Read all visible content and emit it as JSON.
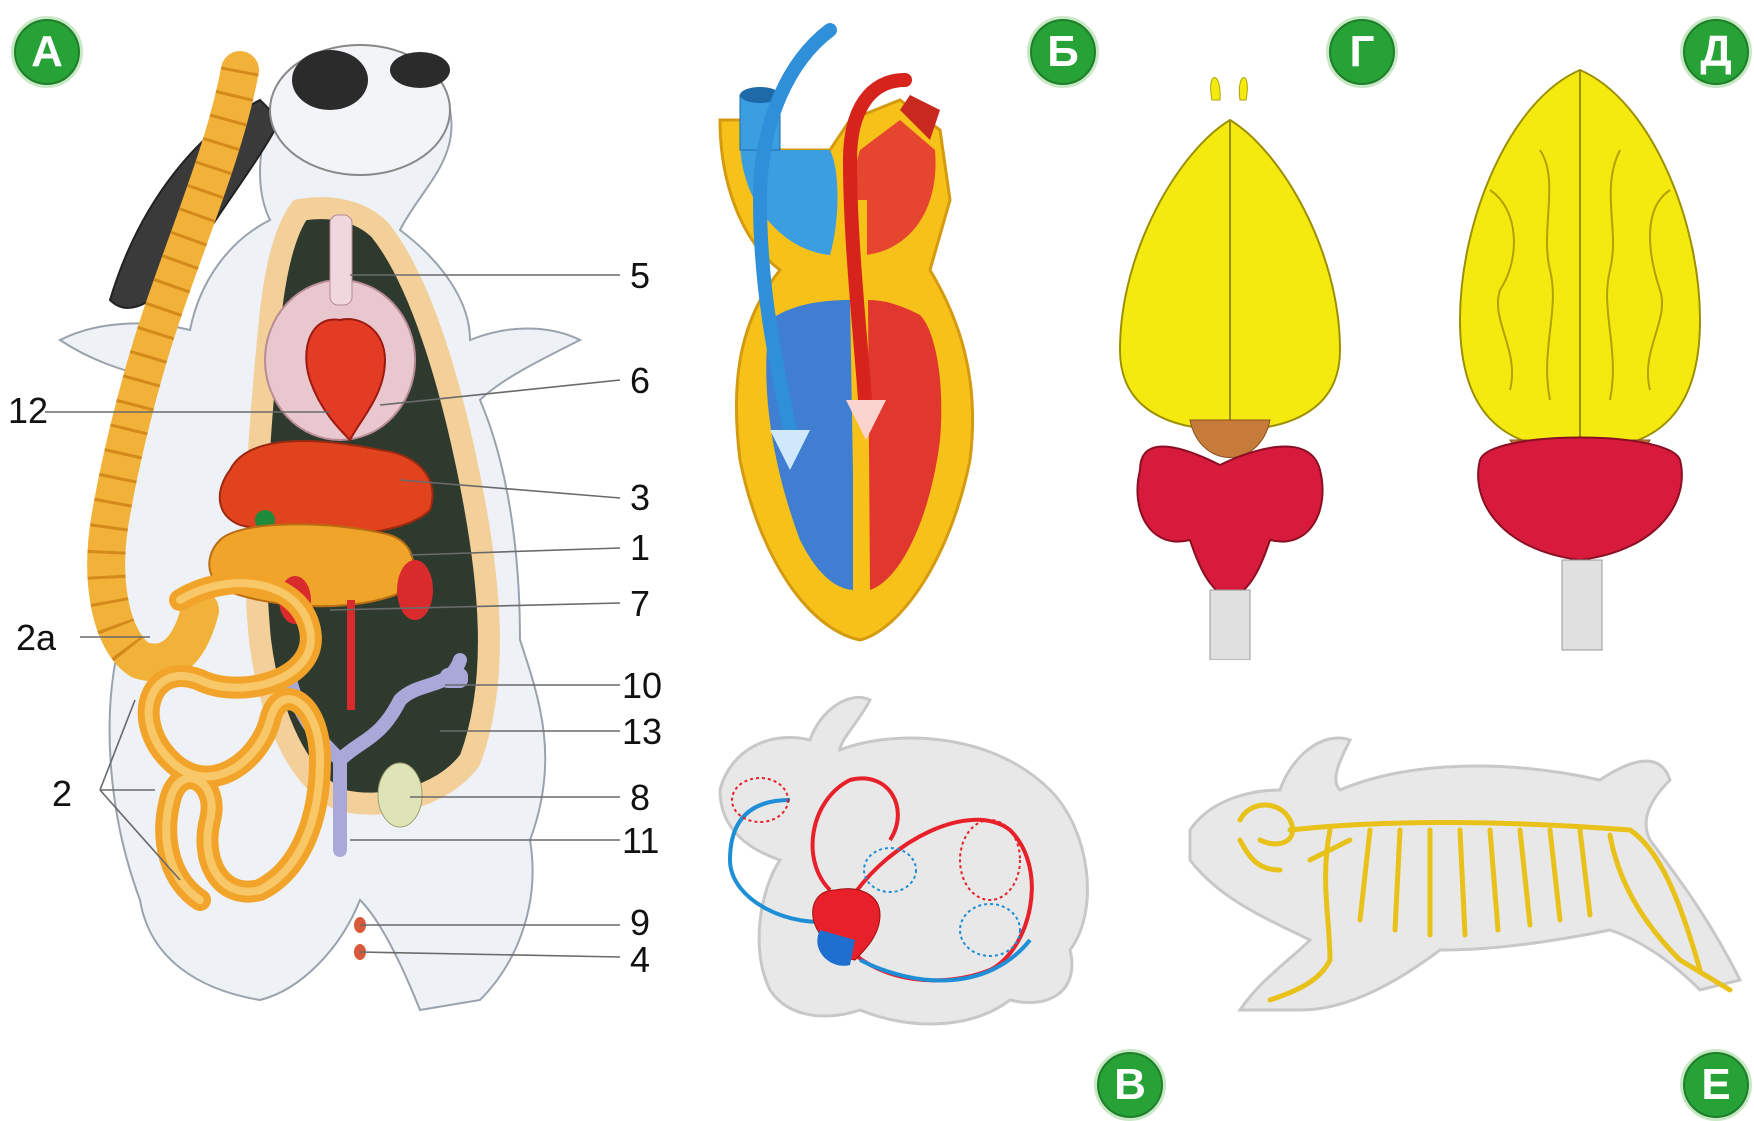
{
  "panels": {
    "a": "А",
    "b": "Б",
    "v": "В",
    "g": "Г",
    "d": "Д",
    "e": "Е"
  },
  "labels": {
    "l5": "5",
    "l6": "6",
    "l12": "12",
    "l3": "3",
    "l1": "1",
    "l7": "7",
    "l2a": "2а",
    "l10": "10",
    "l13": "13",
    "l2": "2",
    "l8": "8",
    "l11": "11",
    "l9": "9",
    "l4": "4"
  },
  "colors": {
    "badge": "#27a236",
    "artery": "#e8202a",
    "vein": "#1e8fd6",
    "brain_hemispheres": "#f5ea10",
    "cerebellum": "#d81b3c",
    "midbrain": "#c77b3a",
    "nervous_system": "#e8c21a",
    "intestine": "#f0a830",
    "body_outline": "#c8c8c8"
  }
}
